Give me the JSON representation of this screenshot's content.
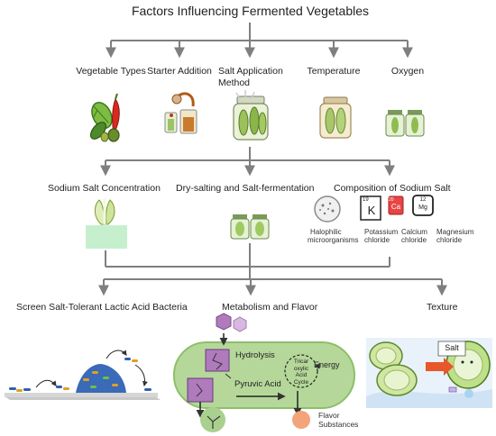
{
  "title": "Factors Influencing Fermented Vegetables",
  "level1": [
    {
      "id": "vegetable-types",
      "label": "Vegetable Types"
    },
    {
      "id": "starter-addition",
      "label": "Starter Addition"
    },
    {
      "id": "salt-application-method",
      "label_line1": "Salt Application",
      "label_line2": "Method"
    },
    {
      "id": "temperature",
      "label": "Temperature"
    },
    {
      "id": "oxygen",
      "label": "Oxygen"
    }
  ],
  "level2": [
    {
      "id": "sodium-salt-concentration",
      "label": "Sodium Salt Concentration"
    },
    {
      "id": "dry-salting",
      "label": "Dry-salting and Salt-fermentation"
    },
    {
      "id": "composition-sodium-salt",
      "label": "Composition of Sodium Salt"
    }
  ],
  "salt_components": [
    {
      "id": "halophilic",
      "line1": "Halophilic",
      "line2": "microorganisms"
    },
    {
      "id": "potassium",
      "line1": "Potassium",
      "line2": "chloride",
      "symbol": "K",
      "number": "19"
    },
    {
      "id": "calcium",
      "line1": "Calcium",
      "line2": "chloride",
      "symbol": "Ca",
      "number": "20"
    },
    {
      "id": "magnesium",
      "line1": "Magnesium",
      "line2": "chloride",
      "symbol": "Mg",
      "number": "12"
    }
  ],
  "level3": [
    {
      "id": "screen-lab",
      "label": "Screen Salt-Tolerant Lactic Acid Bacteria"
    },
    {
      "id": "metabolism",
      "label": "Metabolism and Flavor"
    },
    {
      "id": "texture",
      "label": "Texture"
    }
  ],
  "metabolism": {
    "hydrolysis": "Hydrolysis",
    "pyruvic_acid": "Pyruvic Acid",
    "tca_line1": "Tricar",
    "tca_line2": "oxylic",
    "tca_line3": "Acid",
    "tca_line4": "Cycle",
    "energy": "Energy",
    "flavor_line1": "Flavor",
    "flavor_line2": "Substances"
  },
  "texture_panel": {
    "salt_label": "Salt"
  },
  "colors": {
    "connector": "#7f7f7f",
    "cell_fill": "#b5d89a",
    "cell_stroke": "#8cbf6a",
    "molecule_purple": "#b07bbd",
    "molecule_light": "#d8b8e0",
    "flavor_orange": "#f4a47b",
    "salt_arrow": "#e8562a",
    "green_pad": "#c6efce"
  }
}
